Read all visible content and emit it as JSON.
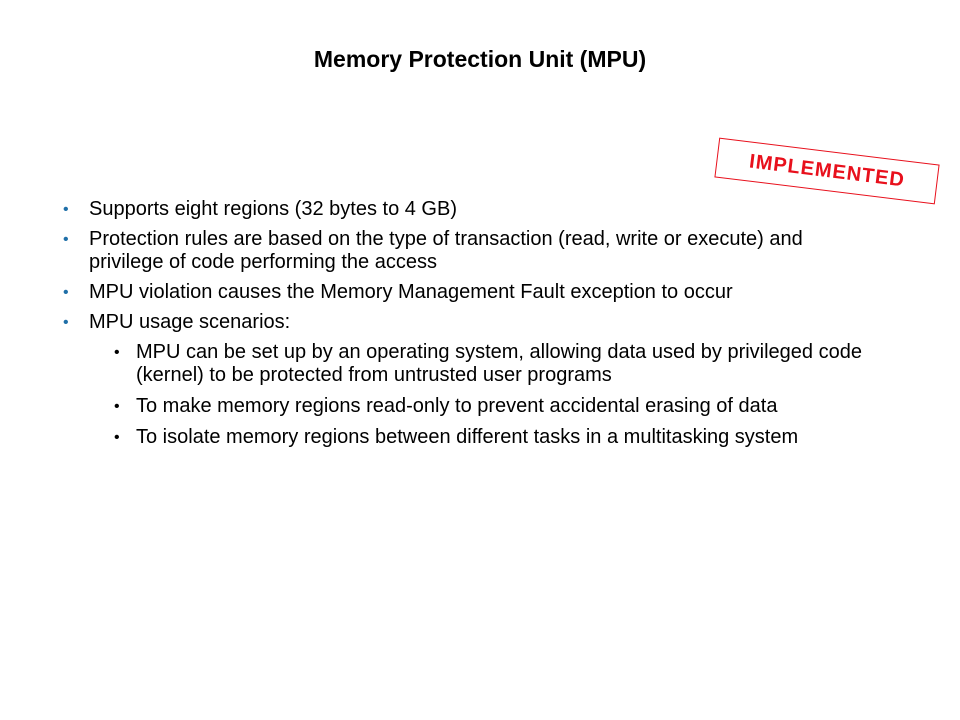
{
  "slide": {
    "title": "Memory Protection Unit (MPU)",
    "stamp": {
      "text": "IMPLEMENTED",
      "color": "#e8101c"
    },
    "bullet_color": "#1f6fa8",
    "bullets": [
      {
        "text": "Supports eight regions (32 bytes to 4 GB)"
      },
      {
        "text": "Protection rules are based on the type of transaction (read, write or execute) and privilege of code performing the access"
      },
      {
        "text": "MPU violation causes the Memory Management Fault exception to occur"
      },
      {
        "text": "MPU usage scenarios:",
        "sub": [
          {
            "text": "MPU can be set up by an operating system, allowing data used by privileged code (kernel) to be protected from untrusted user programs"
          },
          {
            "text": "To make memory regions read-only to prevent accidental erasing of data"
          },
          {
            "text": "To isolate memory regions between different tasks in a multitasking system"
          }
        ]
      }
    ]
  }
}
